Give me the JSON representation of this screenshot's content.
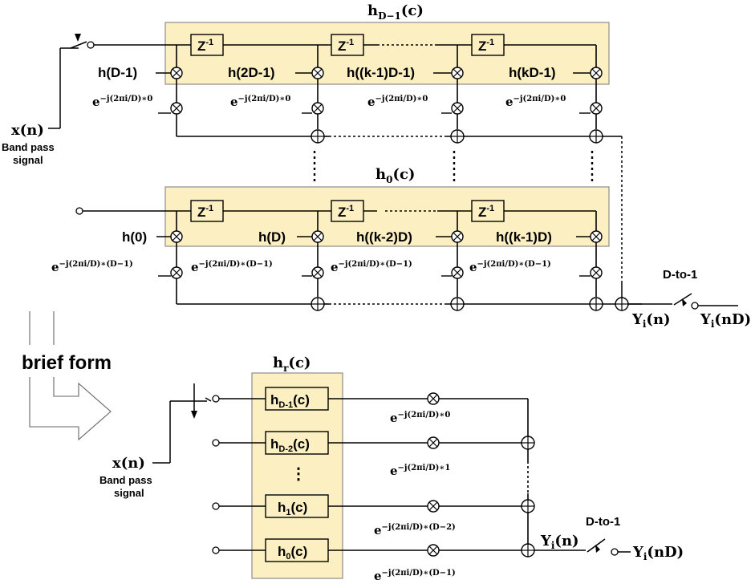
{
  "top_bank": {
    "title": "h",
    "title_sub": "D−1",
    "title_arg": "(c)",
    "delay": "Z",
    "delay_exp": "-1",
    "taps": [
      "h(D-1)",
      "h(2D-1)",
      "h((k-1)D-1)",
      "h(kD-1)"
    ],
    "exp_base": "e",
    "exp_power": "−j(2πi/D)∗0"
  },
  "bottom_bank": {
    "title": "h",
    "title_sub": "0",
    "title_arg": "(c)",
    "delay": "Z",
    "delay_exp": "-1",
    "taps": [
      "h(0)",
      "h(D)",
      "h((k-2)D)",
      "h((k-1)D)"
    ],
    "exp_base": "e",
    "exp_power": "−j(2πi/D)∗(D−1)"
  },
  "input": {
    "label": "x(n)",
    "caption_line1": "Band pass",
    "caption_line2": "signal"
  },
  "output": {
    "decimator": "D-to-1",
    "y_base": "Y",
    "y_sub": "i",
    "y_arg": "(n)",
    "y_out_arg": "(nD)"
  },
  "brief": {
    "label": "brief form",
    "group_title": "h",
    "group_sub": "r",
    "group_arg": "(c)",
    "filters": [
      {
        "base": "h",
        "sub": "D-1",
        "arg": "(c)"
      },
      {
        "base": "h",
        "sub": "D-2",
        "arg": "(c)"
      },
      {
        "base": "h",
        "sub": "1",
        "arg": "(c)"
      },
      {
        "base": "h",
        "sub": "0",
        "arg": "(c)"
      }
    ],
    "ellipsis": "⋮",
    "exp_base": "e",
    "exponents": [
      "−j(2πi/D)∗0",
      "−j(2πi/D)∗1",
      "−j(2πi/D)∗(D−2)",
      "−j(2πi/D)∗(D−1)"
    ]
  },
  "colors": {
    "bank_fill": "#fcefc2",
    "bank_border": "#8c8c8c",
    "line": "#000000"
  }
}
